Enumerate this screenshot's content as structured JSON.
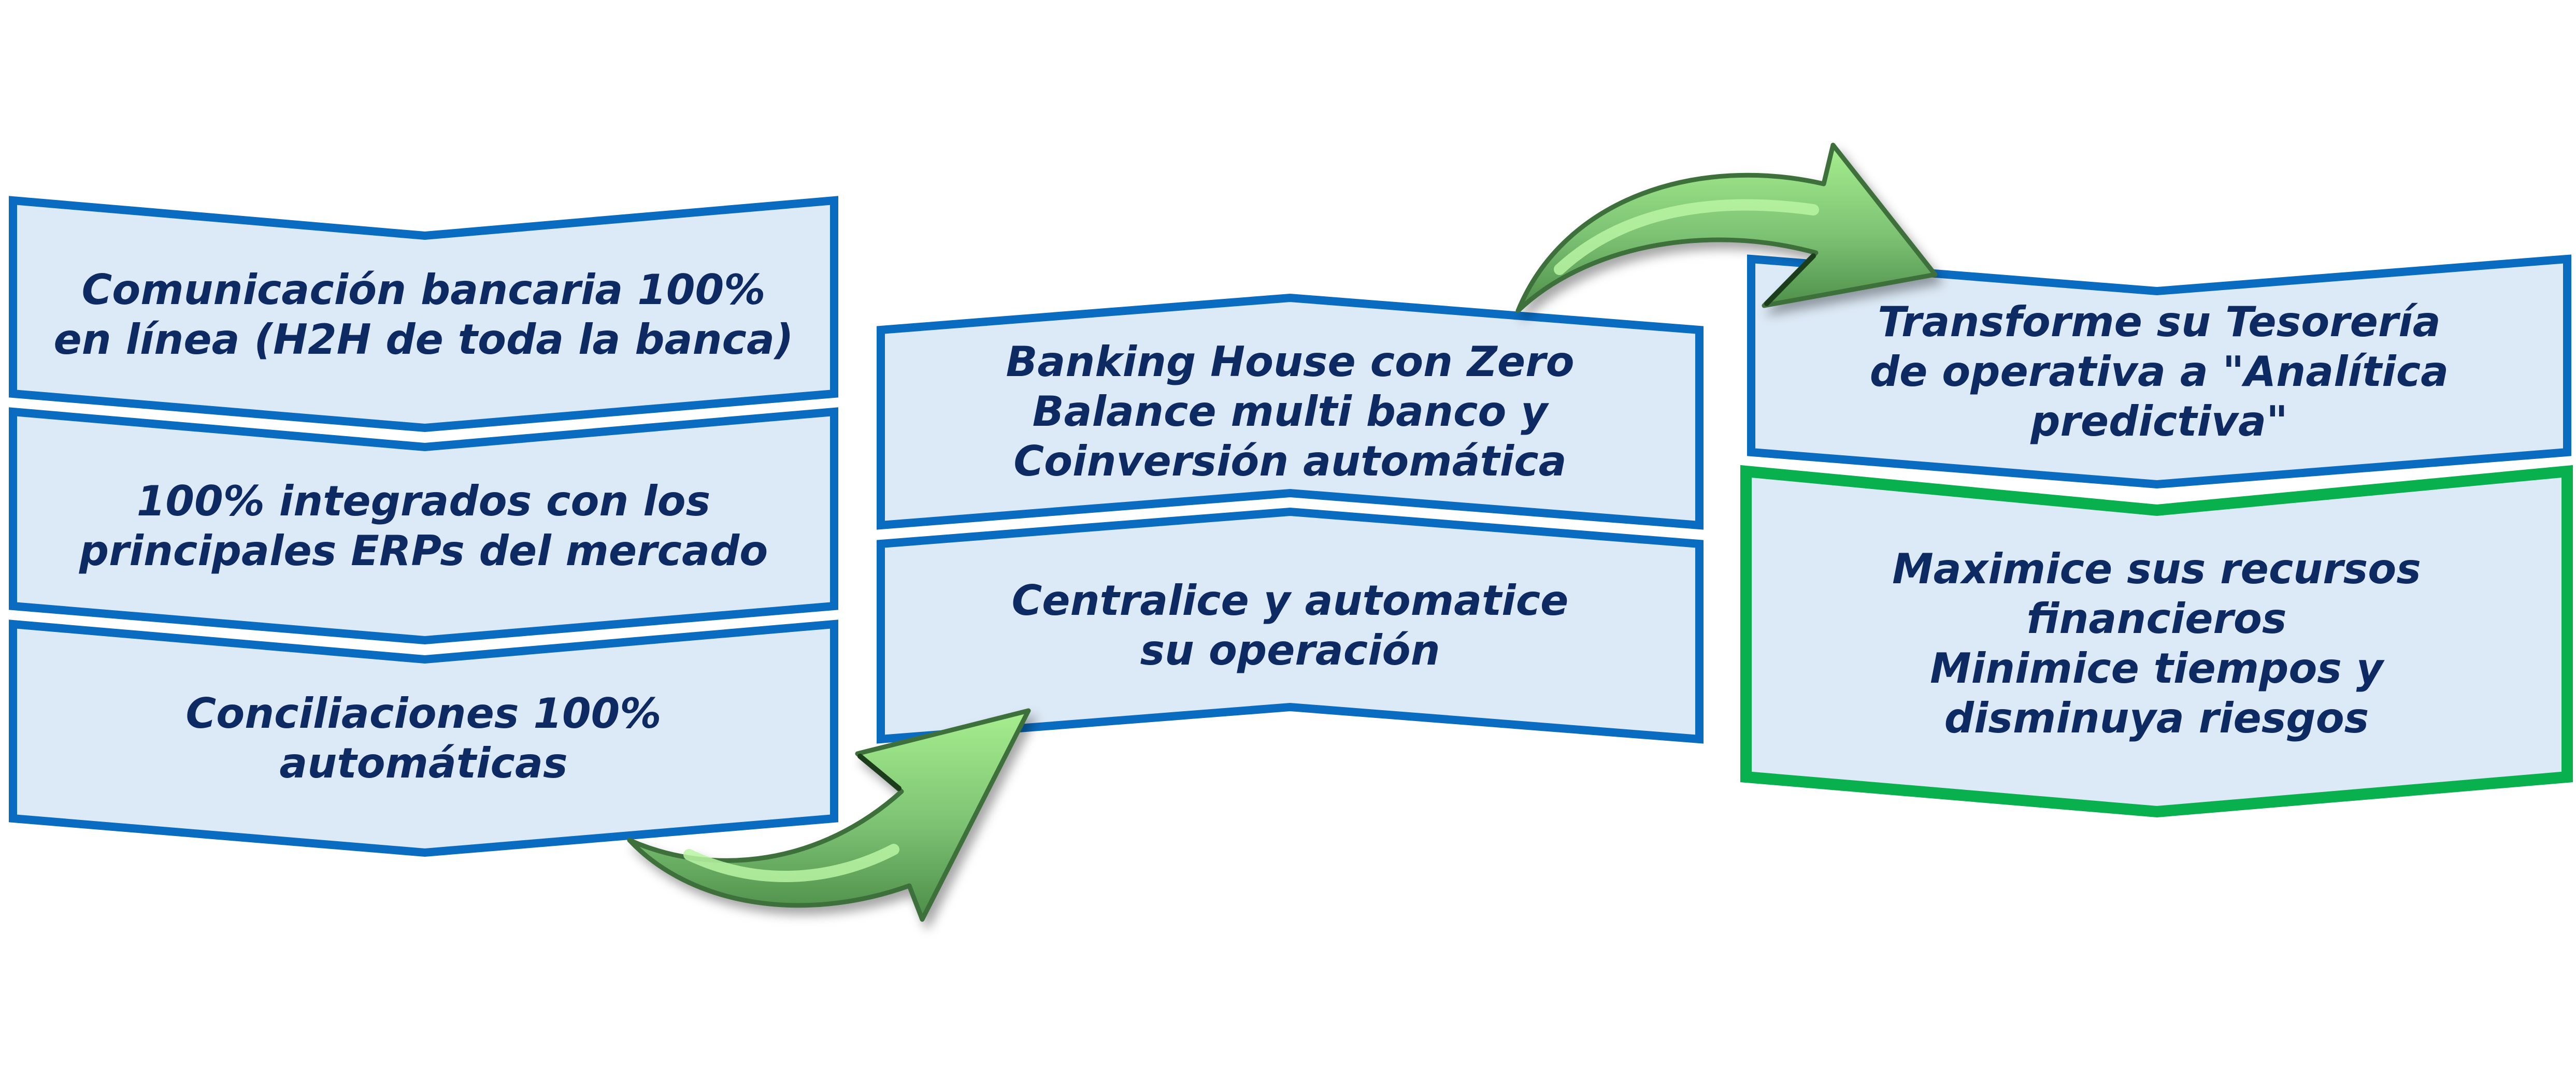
{
  "colors": {
    "box_fill": "#dce9f6",
    "box_border": "#0a6cc1",
    "highlight_border": "#08b04e",
    "text": "#0e2a62",
    "arrow_light": "#a6ee8e",
    "arrow_mid": "#7cc273",
    "arrow_dark": "#4c8c48"
  },
  "columns": [
    {
      "boxes": [
        {
          "lines": [
            "Comunicación bancaria 100%",
            "en línea (H2H de toda la banca)"
          ]
        },
        {
          "lines": [
            "100% integrados con los",
            "principales ERPs del mercado"
          ]
        },
        {
          "lines": [
            "Conciliaciones 100%",
            "automáticas"
          ]
        }
      ]
    },
    {
      "boxes": [
        {
          "lines": [
            "Banking House con Zero",
            "Balance multi banco y",
            "Coinversión automática"
          ]
        },
        {
          "lines": [
            "Centralice y automatice",
            "su operación"
          ]
        }
      ]
    },
    {
      "boxes": [
        {
          "lines": [
            "Transforme su Tesorería",
            "de operativa a \"Analítica",
            "predictiva\""
          ]
        },
        {
          "lines": [
            "Maximice sus recursos",
            "financieros",
            "Minimice tiempos y",
            "disminuya riesgos"
          ]
        }
      ]
    }
  ],
  "arrows": [
    {
      "icon": "curved-arrow-icon"
    },
    {
      "icon": "curved-arrow-icon"
    }
  ]
}
